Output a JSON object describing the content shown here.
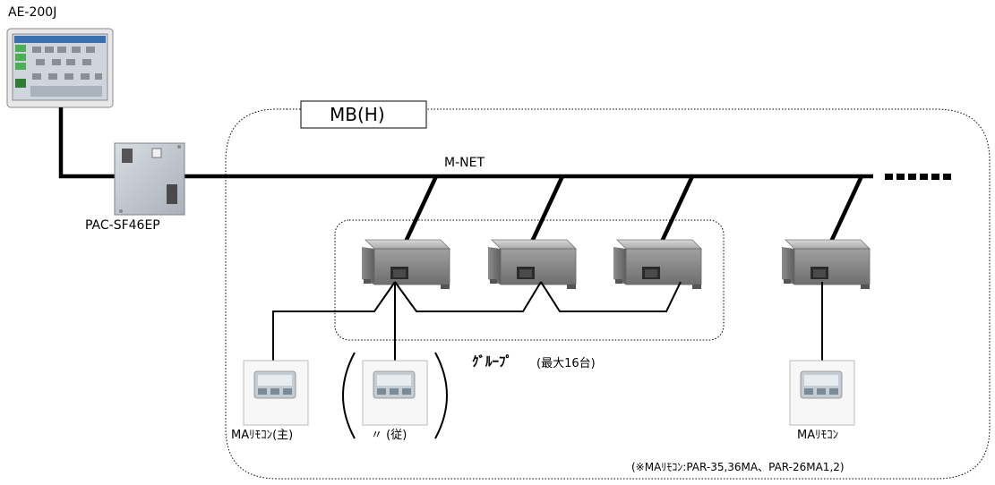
{
  "central_controller": {
    "label": "AE-200J"
  },
  "interface": {
    "label": "PAC-SF46EP"
  },
  "system_box": {
    "title": "MB(H)"
  },
  "bus": {
    "label": "M-NET"
  },
  "group": {
    "label_main": "ｸﾞﾙｰﾌﾟ",
    "label_note": "(最大16台)"
  },
  "remotes": {
    "main_label": "MAﾘﾓｺﾝ(主)",
    "sub_label": "〃 (従)",
    "single_label": "MAﾘﾓｺﾝ"
  },
  "footnote": "(※MAﾘﾓｺﾝ:PAR-35,36MA、PAR-26MA1,2)"
}
